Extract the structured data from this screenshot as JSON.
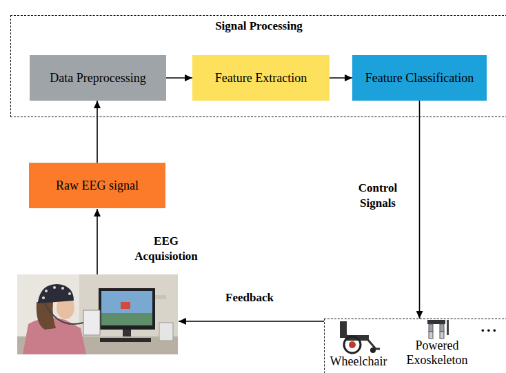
{
  "diagram": {
    "nodes": [
      {
        "text": [
          "Signal Processing"
        ]
      },
      {
        "text": [
          "Data Preprocessing"
        ],
        "in": 0
      },
      {
        "text": [
          "Feature Extraction"
        ],
        "in": 0
      },
      {
        "text": [
          "Feature Classification"
        ],
        "in": 0
      },
      {
        "text": [
          "Raw EEG signal"
        ]
      },
      {
        "text": [
          "..."
        ]
      },
      {
        "text": [
          "Wheelchair"
        ],
        "in": 5
      },
      {
        "text": [
          "Powered Exoskeleton"
        ],
        "in": 5
      }
    ],
    "edges": [
      {
        "from": 1,
        "to": 2,
        "arrow": "to"
      },
      {
        "from": 2,
        "to": 3,
        "arrow": "to"
      },
      {
        "from": 4,
        "to": 1,
        "arrow": "to"
      },
      {
        "from": 3,
        "to": 5,
        "label": "Control Signals",
        "arrow": "to"
      }
    ],
    "labels": [
      "EEG Acquisiotion",
      "Feedback"
    ]
  }
}
